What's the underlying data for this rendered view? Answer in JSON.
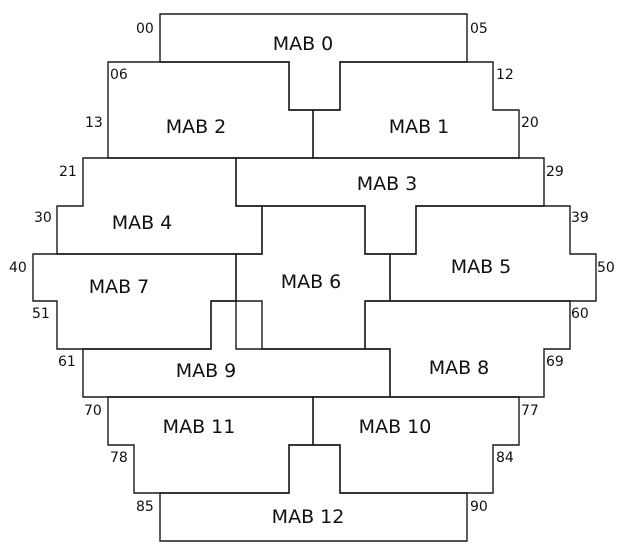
{
  "modules": [
    {
      "id": "mab-0",
      "label": "MAB 0"
    },
    {
      "id": "mab-1",
      "label": "MAB 1"
    },
    {
      "id": "mab-2",
      "label": "MAB 2"
    },
    {
      "id": "mab-3",
      "label": "MAB 3"
    },
    {
      "id": "mab-4",
      "label": "MAB 4"
    },
    {
      "id": "mab-5",
      "label": "MAB 5"
    },
    {
      "id": "mab-6",
      "label": "MAB 6"
    },
    {
      "id": "mab-7",
      "label": "MAB 7"
    },
    {
      "id": "mab-8",
      "label": "MAB 8"
    },
    {
      "id": "mab-9",
      "label": "MAB 9"
    },
    {
      "id": "mab-10",
      "label": "MAB 10"
    },
    {
      "id": "mab-11",
      "label": "MAB 11"
    },
    {
      "id": "mab-12",
      "label": "MAB 12"
    }
  ],
  "corner_numbers": [
    "00",
    "05",
    "06",
    "12",
    "13",
    "20",
    "21",
    "29",
    "30",
    "39",
    "40",
    "50",
    "51",
    "60",
    "61",
    "69",
    "70",
    "77",
    "78",
    "84",
    "85",
    "90"
  ]
}
